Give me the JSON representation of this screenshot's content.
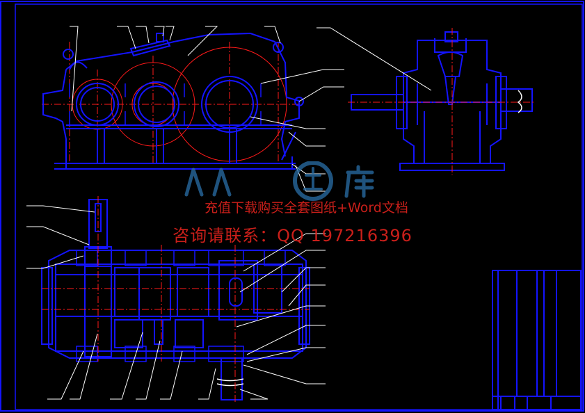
{
  "watermark": {
    "line1": "充值下载购买全套图纸+Word文档",
    "line2": "咨询请联系：QQ 197216396",
    "logo_text": "人人文库"
  },
  "colors": {
    "background": "#000000",
    "outline": "#1414ff",
    "centerline": "#ff1a1a",
    "leader": "#ffffff",
    "watermark": "#e0231d",
    "logo": "#2a6fa8"
  },
  "views": [
    {
      "name": "front-elevation",
      "description": "three-stage gearbox side view with pitch circles"
    },
    {
      "name": "side-elevation",
      "description": "end view with input/output shafts"
    },
    {
      "name": "plan-section",
      "description": "unfolded section of gear shafts and bearings"
    }
  ],
  "title_block": {
    "present": true
  }
}
